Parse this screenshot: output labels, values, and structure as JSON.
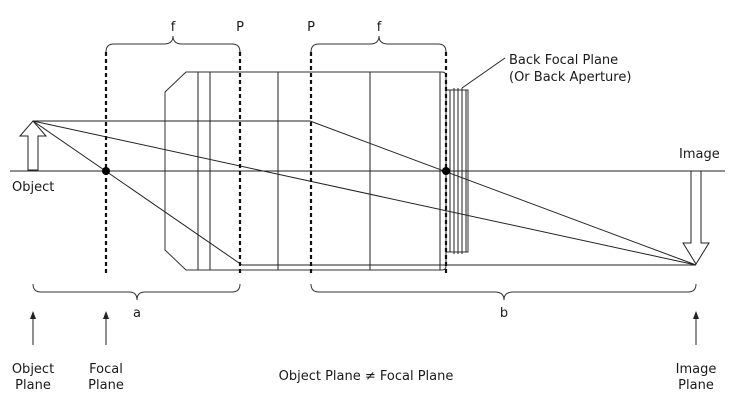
{
  "labels": {
    "f_left": "f",
    "p_left": "P",
    "p_right": "P",
    "f_right": "f",
    "back_focal_line1": "Back Focal Plane",
    "back_focal_line2": "(Or Back Aperture)",
    "image": "Image",
    "object": "Object",
    "a": "a",
    "b": "b",
    "object_plane_line1": "Object",
    "object_plane_line2": "Plane",
    "focal_plane_line1": "Focal",
    "focal_plane_line2": "Plane",
    "image_plane_line1": "Image",
    "image_plane_line2": "Plane",
    "caption": "Object Plane ≠ Focal Plane"
  }
}
